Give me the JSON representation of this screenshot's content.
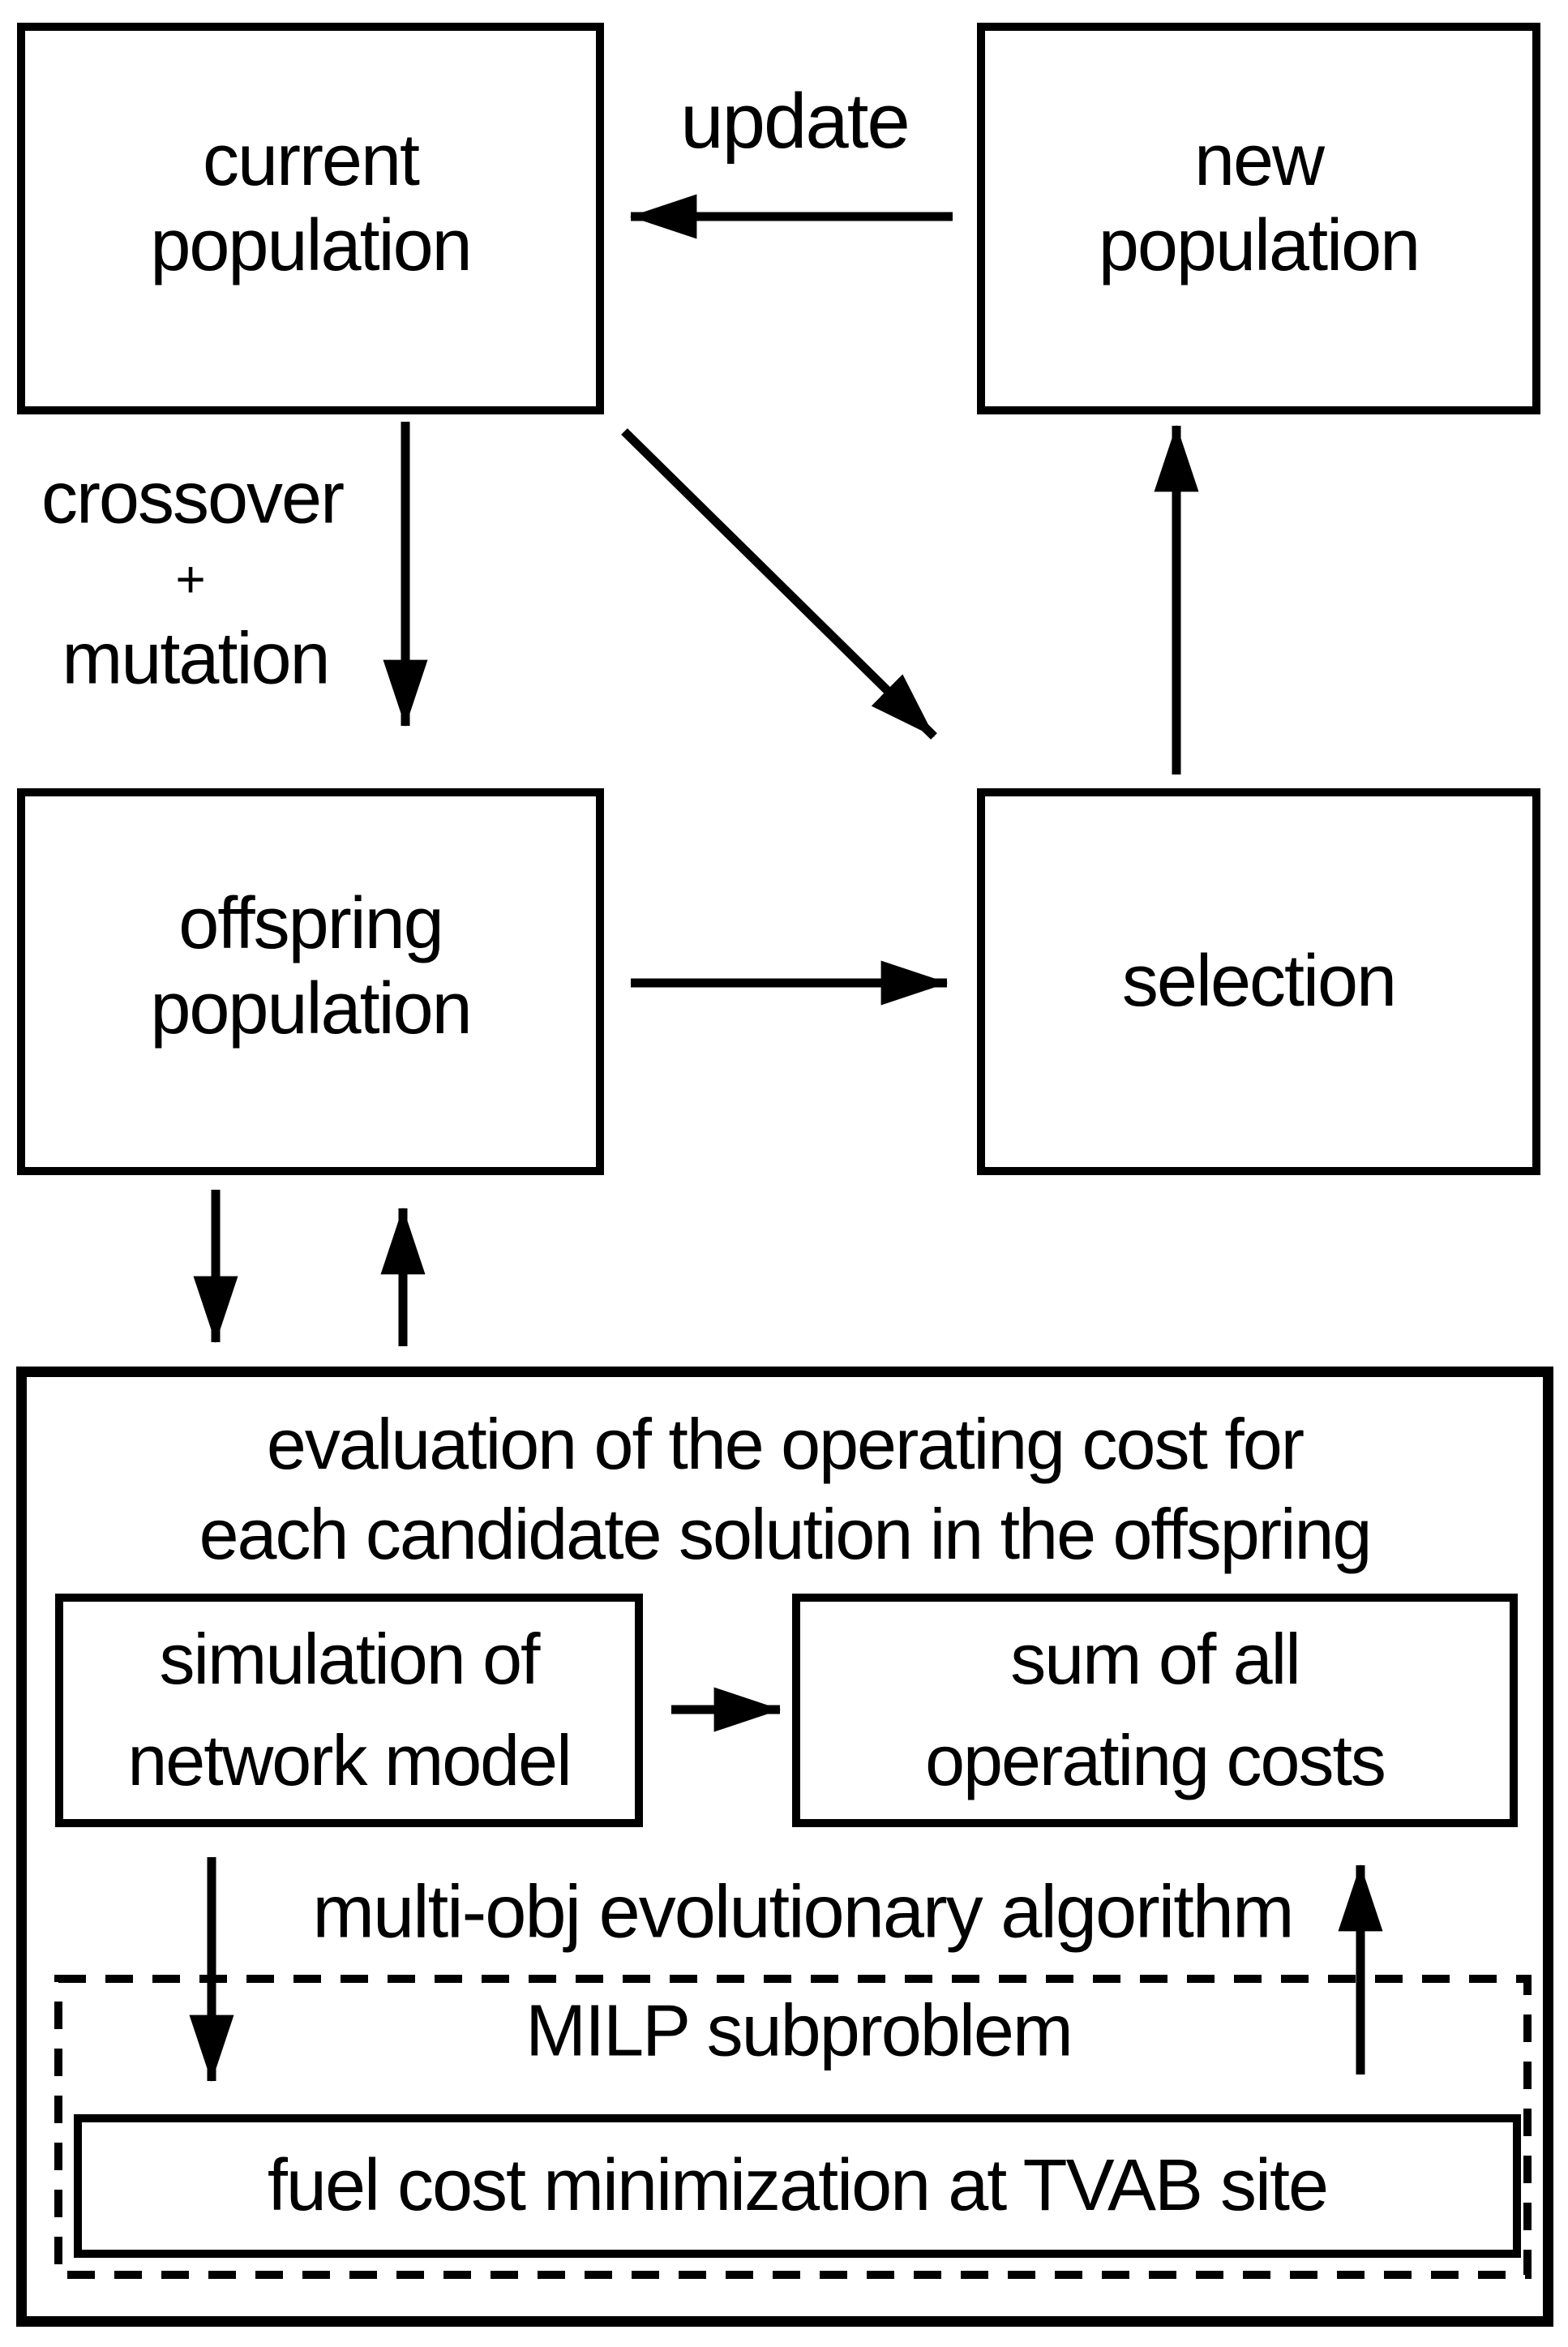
{
  "diagram": {
    "title_hint": "multi-objective evolutionary algorithm with MILP subproblem flowchart",
    "colors": {
      "ink": "#000000",
      "background": "#ffffff"
    },
    "nodes": {
      "current_population": {
        "line1": "current",
        "line2": "population"
      },
      "new_population": {
        "line1": "new",
        "line2": "population"
      },
      "offspring_population": {
        "line1": "offspring",
        "line2": "population"
      },
      "selection": {
        "label": "selection"
      },
      "evaluation": {
        "title_line1": "evaluation of the operating cost for",
        "title_line2": "each candidate solution in the offspring"
      },
      "simulation": {
        "line1": "simulation of",
        "line2": "network model"
      },
      "sum_costs": {
        "line1": "sum of all",
        "line2": "operating costs"
      },
      "milp": {
        "label": "MILP subproblem"
      },
      "fuel": {
        "label": "fuel cost minimization at TVAB site"
      }
    },
    "edge_labels": {
      "update": "update",
      "crossover": "crossover",
      "plus": "+",
      "mutation": "mutation",
      "multi_obj": "multi-obj evolutionary algorithm"
    }
  }
}
